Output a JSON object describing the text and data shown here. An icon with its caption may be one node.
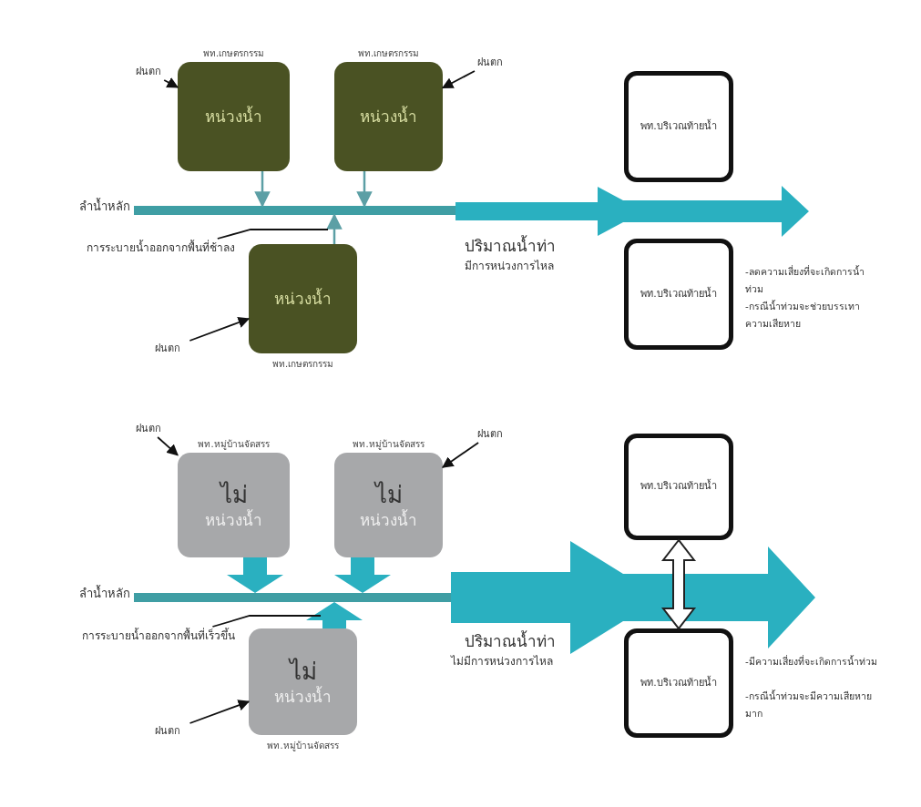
{
  "diagram": {
    "nodes": [
      {
        "text": [
          "ฝนตก"
        ]
      },
      {
        "text": [
          "พท.เกษตรกรรม",
          "หน่วงน้ำ"
        ]
      },
      {
        "text": [
          "พท.เกษตรกรรม",
          "หน่วงน้ำ"
        ]
      },
      {
        "text": [
          "ฝนตก"
        ]
      },
      {
        "text": [],
        "shape": "bar",
        "beside": [
          "ลำน้ำหลัก"
        ]
      },
      {
        "text": [
          "การระบายน้ำออกจากพื้นที่ช้าลง"
        ]
      },
      {
        "text": [
          "หน่วงน้ำ",
          "พท.เกษตรกรรม"
        ]
      },
      {
        "text": [
          "ฝนตก"
        ]
      },
      {
        "text": [
          "พท.บริเวณท้ายน้ำ"
        ]
      },
      {
        "text": [
          "พท.บริเวณท้ายน้ำ"
        ],
        "beside": [
          "-ลดความเสี่ยงที่จะเกิดการน้ำท่วม",
          "-กรณีน้ำท่วมจะช่วยบรรเทาความเสียหาย"
        ]
      },
      {
        "text": [
          "ฝนตก"
        ]
      },
      {
        "text": [
          "พท.หมู่บ้านจัดสรร",
          "ไม่",
          "หน่วงน้ำ"
        ]
      },
      {
        "text": [
          "พท.หมู่บ้านจัดสรร",
          "ไม่",
          "หน่วงน้ำ"
        ]
      },
      {
        "text": [
          "ฝนตก"
        ]
      },
      {
        "text": [],
        "shape": "bar",
        "beside": [
          "ลำน้ำหลัก"
        ]
      },
      {
        "text": [
          "การระบายน้ำออกจากพื้นที่เร็วขึ้น"
        ]
      },
      {
        "text": [
          "ไม่",
          "หน่วงน้ำ",
          "พท.หมู่บ้านจัดสรร"
        ]
      },
      {
        "text": [
          "ฝนตก"
        ]
      },
      {
        "text": [
          "พท.บริเวณท้ายน้ำ"
        ]
      },
      {
        "text": [
          "พท.บริเวณท้ายน้ำ"
        ],
        "beside": [
          "-มีความเสี่ยงที่จะเกิดการน้ำท่วม",
          "-กรณีน้ำท่วมจะมีความเสียหายมาก"
        ]
      }
    ],
    "edges": [
      {
        "from": 0,
        "to": 1,
        "arrow": "to"
      },
      {
        "from": 3,
        "to": 2,
        "arrow": "to"
      },
      {
        "from": 7,
        "to": 6,
        "arrow": "to"
      },
      {
        "from": 1,
        "to": 4,
        "arrow": "to",
        "color": "#5c9fa5"
      },
      {
        "from": 2,
        "to": 4,
        "arrow": "to",
        "color": "#5c9fa5"
      },
      {
        "from": 6,
        "to": 4,
        "arrow": "to",
        "color": "#5c9fa5"
      },
      {
        "from": 5,
        "to": null,
        "arrow": "none"
      },
      {
        "from": 10,
        "to": 11,
        "arrow": "to"
      },
      {
        "from": 13,
        "to": 12,
        "arrow": "to"
      },
      {
        "from": 17,
        "to": 16,
        "arrow": "to"
      },
      {
        "from": 11,
        "to": 14,
        "arrow": "to",
        "style": "thick",
        "color": "#2ab0c0"
      },
      {
        "from": 12,
        "to": 14,
        "arrow": "to",
        "style": "thick",
        "color": "#2ab0c0"
      },
      {
        "from": 16,
        "to": 14,
        "arrow": "to",
        "style": "thick",
        "color": "#2ab0c0"
      },
      {
        "from": 15,
        "to": null,
        "arrow": "none"
      },
      {
        "from": 18,
        "to": 19,
        "arrow": "both",
        "style": "thick",
        "color": "#ffffff"
      },
      {
        "from": 4,
        "to": null,
        "arrow": "to",
        "style": "thick",
        "color": "#2ab0c0"
      },
      {
        "from": 14,
        "to": null,
        "arrow": "to",
        "style": "thick",
        "color": "#2ab0c0"
      }
    ],
    "labels": [
      "ปริมาณน้ำท่า",
      "มีการหน่วงการไหล",
      "ปริมาณน้ำท่า",
      "ไม่มีการหน่วงการไหล"
    ]
  }
}
